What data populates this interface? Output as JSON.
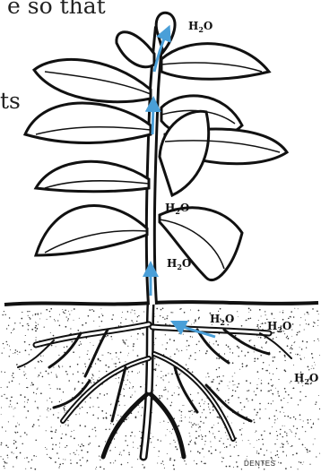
{
  "text_fragments": {
    "line1": "e so that",
    "line2": "ts"
  },
  "labels": [
    {
      "base": "H",
      "sub": "2",
      "tail": "O"
    },
    {
      "base": "H",
      "sub": "2",
      "tail": "O"
    },
    {
      "base": "H",
      "sub": "2",
      "tail": "O"
    },
    {
      "base": "H",
      "sub": "2",
      "tail": "O"
    },
    {
      "base": "H",
      "sub": "2",
      "tail": "O"
    },
    {
      "base": "H",
      "sub": "2",
      "tail": "O"
    }
  ],
  "credit": "DENTES",
  "colors": {
    "ink": "#111111",
    "water_arrow": "#4a9fd8",
    "soil_dot": "#333333"
  }
}
